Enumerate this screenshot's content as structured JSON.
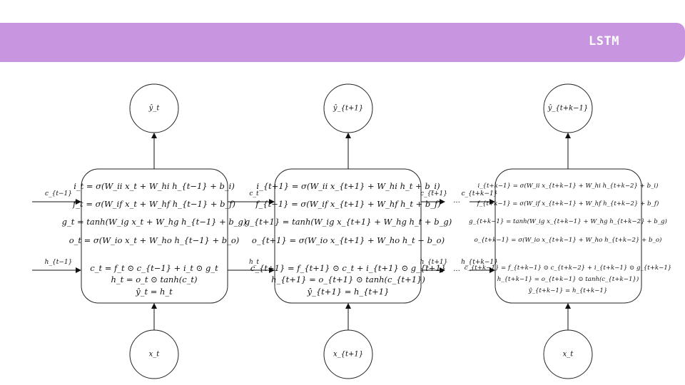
{
  "header": {
    "title": "LSTM",
    "color": "#c896e0"
  },
  "cells": [
    {
      "id": "t",
      "output_label": "ŷ_t",
      "input_label": "x_t",
      "gates": [
        "i_t = σ(W_ii x_t + W_hi h_{t−1} + b_i)",
        "f_t = σ(W_if x_t + W_hf h_{t−1} + b_f)",
        "g_t = tanh(W_ig x_t + W_hg h_{t−1} + b_g)",
        "o_t = σ(W_io x_t + W_ho h_{t−1} + b_o)"
      ],
      "state": [
        "c_t = f_t ⊙ c_{t−1} + i_t ⊙ g_t",
        "h_t = o_t ⊙ tanh(c_t)",
        "ŷ_t = h_t"
      ]
    },
    {
      "id": "t+1",
      "output_label": "ŷ_{t+1}",
      "input_label": "x_{t+1}",
      "gates": [
        "i_{t+1} = σ(W_ii x_{t+1} + W_hi h_t + b_i)",
        "f_{t+1} = σ(W_if x_{t+1} + W_hf h_t + b_f)",
        "g_{t+1} = tanh(W_ig x_{t+1} + W_hg h_t + b_g)",
        "o_{t+1} = σ(W_io x_{t+1} + W_ho h_t + b_o)"
      ],
      "state": [
        "c_{t+1} = f_{t+1} ⊙ c_t + i_{t+1} ⊙ g_{t+1}",
        "h_{t+1} = o_{t+1} ⊙ tanh(c_{t+1})",
        "ŷ_{t+1} = h_{t+1}"
      ]
    },
    {
      "id": "t+k-1",
      "output_label": "ŷ_{t+k−1}",
      "input_label": "x_t",
      "gates": [
        "i_{t+k−1} = σ(W_ii x_{t+k−1} + W_hi h_{t+k−2} + b_i)",
        "f_{t+k−1} = σ(W_if x_{t+k−1} + W_hf h_{t+k−2} + b_f)",
        "g_{t+k−1} = tanh(W_ig x_{t+k−1} + W_hg h_{t+k−2} + b_g)",
        "o_{t+k−1} = σ(W_io x_{t+k−1} + W_ho h_{t+k−2} + b_o)"
      ],
      "state": [
        "c_{t+k−1} = f_{t+k−1} ⊙ c_{t+k−2} + i_{t+k−1} ⊙ g_{t+k−1}",
        "h_{t+k−1} = o_{t+k−1} ⊙ tanh(c_{t+k−1})",
        "ŷ_{t+k−1} = h_{t+k−1}"
      ]
    }
  ],
  "edges": {
    "c_in": "c_{t−1}",
    "h_in": "h_{t−1}",
    "c_1": "c_t",
    "h_1": "h_t",
    "c_2": "c_{t+1}",
    "h_2": "h_{t+1}",
    "c_3": "c_{t+k−1}",
    "h_3": "h_{t+k−1}",
    "ellipsis": "..."
  }
}
